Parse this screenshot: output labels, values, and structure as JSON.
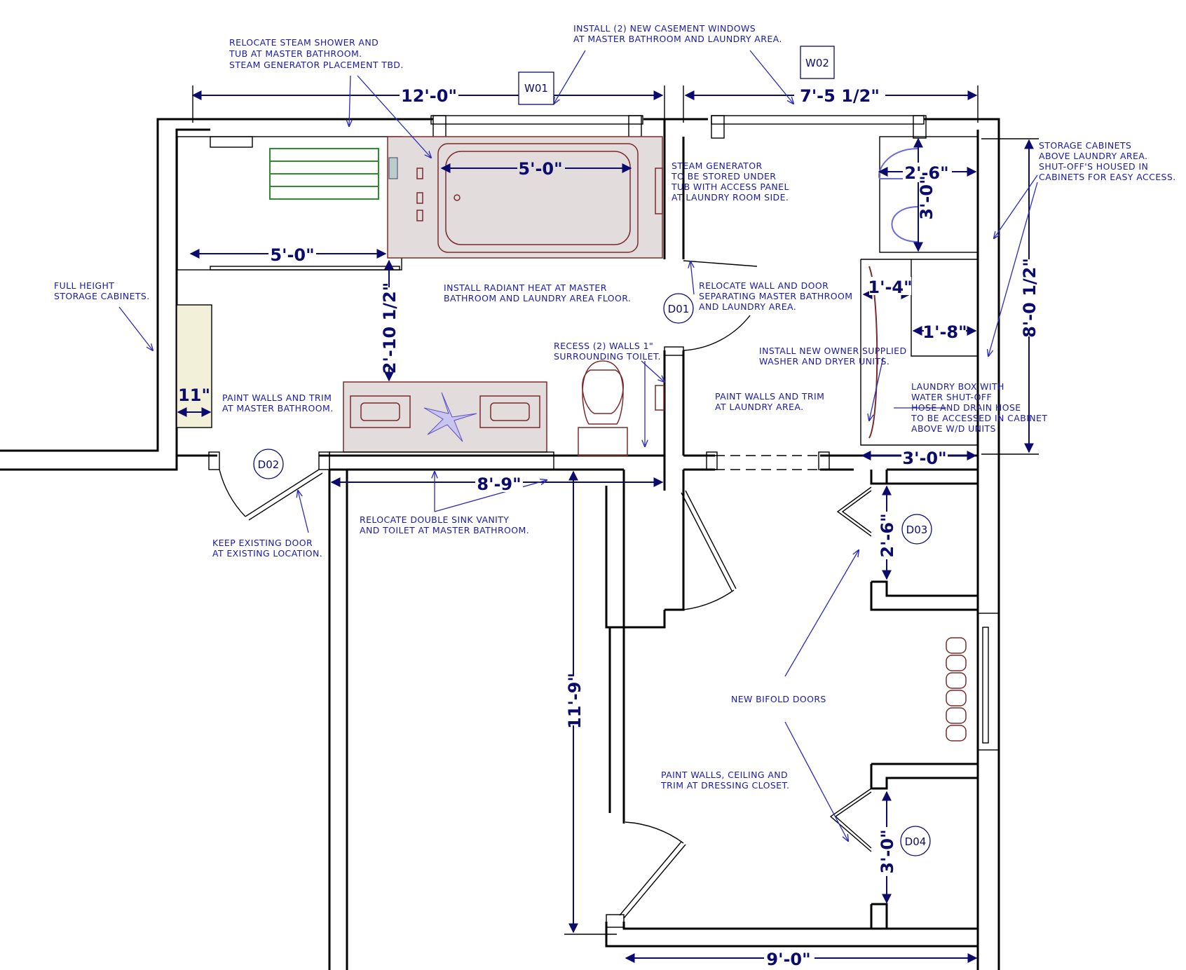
{
  "dimensions": {
    "top_left": "12'-0\"",
    "top_right": "7'-5 1/2\"",
    "tub": "5'-0\"",
    "shower": "5'-0\"",
    "stack_width": "2'-6\"",
    "stack_height": "3'-0\"",
    "laundry_tall": "8'-0 1/2\"",
    "vanity_gap": "2'-10 1/2\"",
    "cab_11": "11\"",
    "shelf_1_4": "1'-4\"",
    "shelf_1_8": "1'-8\"",
    "wd_width": "3'-0\"",
    "vanity_wall": "8'-9\"",
    "closet_height": "11'-9\"",
    "door_d03": "2'-6\"",
    "door_d04": "3'-0\"",
    "bottom": "9'-0\""
  },
  "tags": {
    "w01": "W01",
    "w02": "W02",
    "d01": "D01",
    "d02": "D02",
    "d03": "D03",
    "d04": "D04"
  },
  "notes": {
    "relocate_steam": [
      "RELOCATE STEAM SHOWER AND",
      "TUB AT MASTER BATHROOM.",
      "STEAM GENERATOR PLACEMENT TBD."
    ],
    "casement": [
      "INSTALL (2) NEW CASEMENT WINDOWS",
      "AT MASTER BATHROOM AND LAUNDRY AREA."
    ],
    "steam_generator": [
      "STEAM GENERATOR",
      "TO BE STORED UNDER",
      "TUB WITH ACCESS PANEL",
      "AT LAUNDRY ROOM SIDE."
    ],
    "storage_laundry": [
      "STORAGE CABINETS",
      "ABOVE LAUNDRY AREA.",
      "SHUT-OFF'S HOUSED IN",
      "CABINETS FOR EASY ACCESS."
    ],
    "full_height": [
      "FULL HEIGHT",
      "STORAGE CABINETS."
    ],
    "radiant": [
      "INSTALL RADIANT HEAT AT MASTER",
      "BATHROOM AND LAUNDRY AREA FLOOR."
    ],
    "relocate_wall": [
      "RELOCATE WALL AND DOOR",
      "SEPARATING MASTER BATHROOM",
      "AND LAUNDRY AREA."
    ],
    "washer": [
      "INSTALL NEW OWNER SUPPLIED",
      "WASHER AND DRYER UNITS."
    ],
    "recess": [
      "RECESS (2) WALLS 1\"",
      "SURROUNDING TOILET."
    ],
    "paint_master": [
      "PAINT WALLS AND TRIM",
      "AT MASTER BATHROOM."
    ],
    "paint_laundry": [
      "PAINT WALLS AND TRIM",
      "AT LAUNDRY AREA."
    ],
    "laundry_box": [
      "LAUNDRY BOX WITH",
      "WATER SHUT-OFF",
      "HOSE AND DRAIN HOSE",
      "TO BE ACCESSED IN CABINET",
      "ABOVE W/D UNITS"
    ],
    "keep_door": [
      "KEEP EXISTING DOOR",
      "AT EXISTING LOCATION."
    ],
    "relocate_vanity": [
      "RELOCATE DOUBLE SINK VANITY",
      "AND TOILET AT MASTER BATHROOM."
    ],
    "bifold": [
      "NEW BIFOLD DOORS"
    ],
    "paint_closet": [
      "PAINT WALLS, CEILING AND",
      "TRIM AT DRESSING CLOSET."
    ]
  },
  "colors": {
    "annotation": "#1a1aa6",
    "dimension": "#0b0b6e",
    "fixture": "#7a2a2a",
    "bench": "#2e8b2e",
    "tub_fill": "#e3dcdc"
  }
}
